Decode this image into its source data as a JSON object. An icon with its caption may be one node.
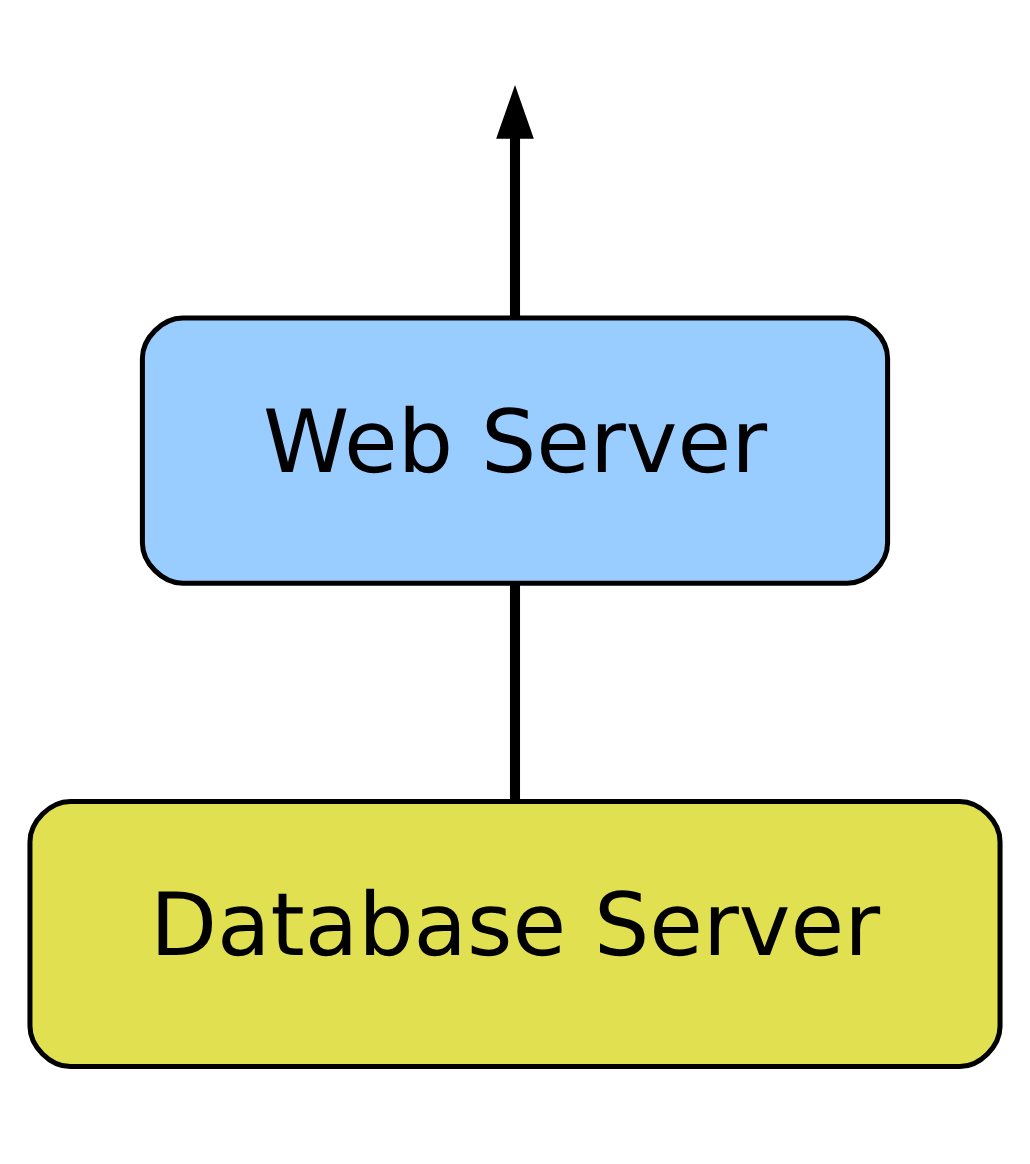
{
  "diagram": {
    "nodes": [
      {
        "text": [
          "Web Server"
        ]
      },
      {
        "text": [
          "Database Server"
        ]
      }
    ],
    "edges": [
      {
        "from": 0,
        "to": null,
        "arrow": "to"
      },
      {
        "from": 1,
        "to": 0,
        "arrow": "none"
      }
    ]
  }
}
